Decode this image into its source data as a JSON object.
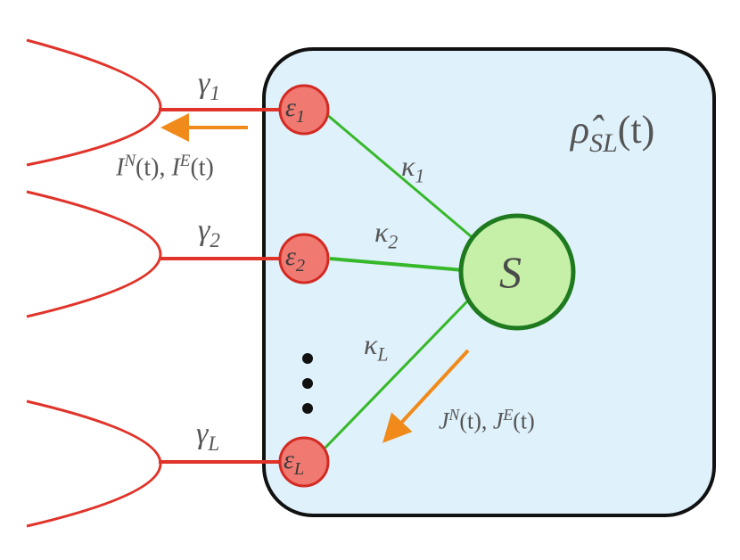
{
  "system_box": {
    "label_main": "ρ̂",
    "label_sub": "SL",
    "label_arg": "(t)"
  },
  "system_node": {
    "label": "S"
  },
  "lead_nodes": [
    {
      "label_main": "ε",
      "label_sub": "1"
    },
    {
      "label_main": "ε",
      "label_sub": "2"
    },
    {
      "label_main": "ε",
      "label_sub": "L"
    }
  ],
  "gammas": [
    {
      "main": "γ",
      "sub": "1"
    },
    {
      "main": "γ",
      "sub": "2"
    },
    {
      "main": "γ",
      "sub": "L"
    }
  ],
  "kappas": [
    {
      "main": "κ",
      "sub": "1"
    },
    {
      "main": "κ",
      "sub": "2"
    },
    {
      "main": "κ",
      "sub": "L"
    }
  ],
  "lead_current": {
    "p1": "I",
    "s1": "N",
    "a1": "(t), ",
    "p2": "I",
    "s2": "E",
    "a2": "(t)"
  },
  "system_current": {
    "p1": "J",
    "s1": "N",
    "a1": "(t), ",
    "p2": "J",
    "s2": "E",
    "a2": "(t)"
  },
  "colors": {
    "box_fill": "#dff1fb",
    "box_stroke": "#111111",
    "lead_red": "#e0332a",
    "node_red_fill": "#f07a72",
    "node_red_stroke": "#d32a22",
    "system_fill": "#c6f0a8",
    "system_stroke": "#1f7a1f",
    "coupling_green": "#37b82a",
    "arrow_orange": "#f08a1a",
    "label_gray": "#555555"
  }
}
